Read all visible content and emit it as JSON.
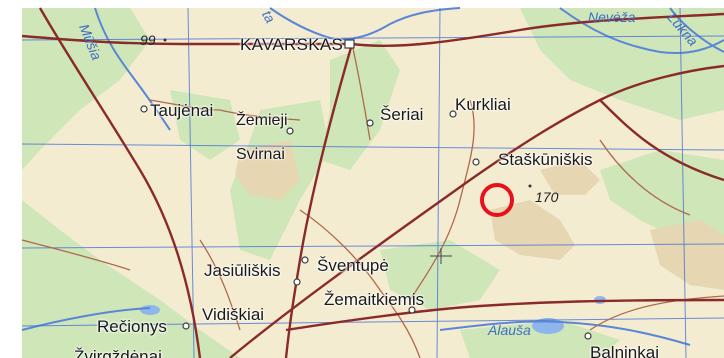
{
  "map": {
    "places": {
      "kavarskas": "KAVARSKAS",
      "taujenai": "Taujėnai",
      "zemieji_svirnai": [
        "Žemieji",
        "Svirnai"
      ],
      "seriai": "Šeriai",
      "kurkliai": "Kurkliai",
      "staskuniskis": "Staškūniškis",
      "jasiuliskis": "Jasiūliškis",
      "sventupe": "Šventupė",
      "zemaitkiemis": "Žemaitkiemis",
      "recionys": "Rečionys",
      "vidiskiai": "Vidiškiai",
      "balninkai": "Balninkai",
      "bottom_left_partial": "Žvirgždėnai"
    },
    "water": {
      "musia": "Mūšia",
      "neveza": "Nevėža",
      "lukna": "Lukna",
      "alausa": "Alauša",
      "top_partial": "ta"
    },
    "elevations": [
      "99",
      "170"
    ],
    "marker": {
      "type": "red-circle",
      "color": "#e8101a"
    },
    "colors": {
      "forest": "#cfe6b8",
      "field": "#f4ecd0",
      "hill": "#e6d6b2",
      "river": "#5a86d6",
      "road_major": "#8a2a2a",
      "grid": "#3b6ad9"
    }
  }
}
